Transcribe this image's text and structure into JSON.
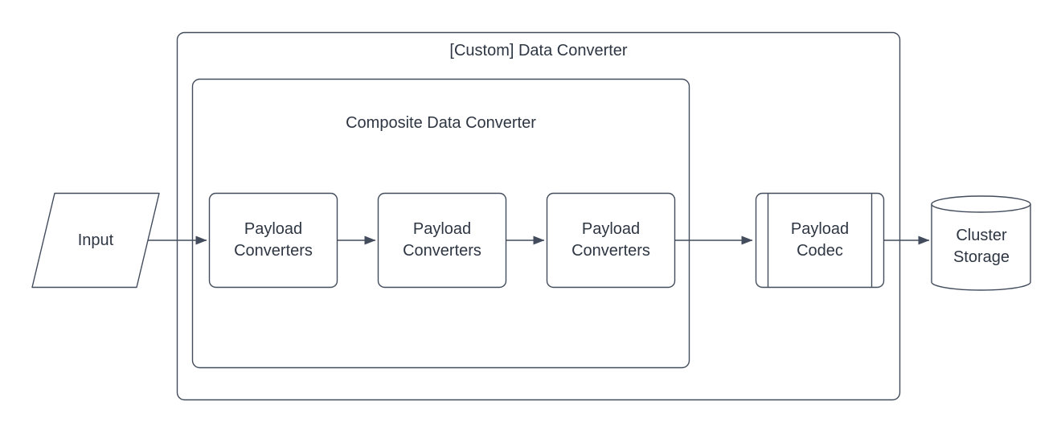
{
  "diagram": {
    "outer_container_label": "[Custom] Data Converter",
    "inner_container_label": "Composite Data Converter",
    "input_label": "Input",
    "payload_converter_labels": [
      "Payload Converters",
      "Payload Converters",
      "Payload Converters"
    ],
    "payload_codec_label": "Payload Codec",
    "cluster_storage_label": "Cluster Storage",
    "colors": {
      "stroke": "#434c5c",
      "text": "#2e3643",
      "background": "#ffffff",
      "shape_fill": "#ffffff"
    }
  }
}
